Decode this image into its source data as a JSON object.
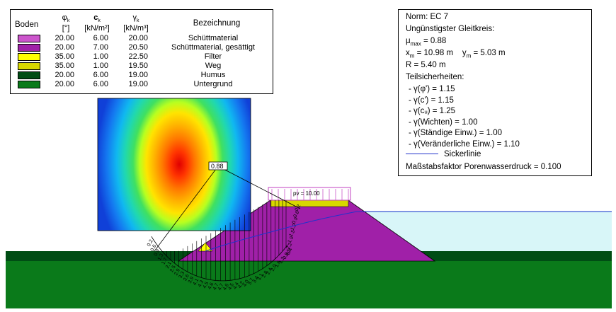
{
  "legend": {
    "headers": {
      "boden": "Boden",
      "phi_sym": "φ",
      "phi_sub": "k",
      "phi_unit": "[°]",
      "c_sym": "c",
      "c_sub": "k",
      "c_unit": "[kN/m²]",
      "gamma_sym": "γ",
      "gamma_sub": "k",
      "gamma_unit": "[kN/m³]",
      "bezeichnung": "Bezeichnung"
    },
    "rows": [
      {
        "color": "#cc55cc",
        "phi": "20.00",
        "c": "6.00",
        "gamma": "20.00",
        "name": "Schüttmaterial"
      },
      {
        "color": "#a020a8",
        "phi": "20.00",
        "c": "7.00",
        "gamma": "20.50",
        "name": "Schüttmaterial, gesättigt"
      },
      {
        "color": "#ffff00",
        "phi": "35.00",
        "c": "1.00",
        "gamma": "22.50",
        "name": "Filter"
      },
      {
        "color": "#d8d800",
        "phi": "35.00",
        "c": "1.00",
        "gamma": "19.50",
        "name": "Weg"
      },
      {
        "color": "#004d14",
        "phi": "20.00",
        "c": "6.00",
        "gamma": "19.00",
        "name": "Humus"
      },
      {
        "color": "#0a7a1a",
        "phi": "20.00",
        "c": "6.00",
        "gamma": "19.00",
        "name": "Untergrund"
      }
    ]
  },
  "info": {
    "norm": "Norm:  EC 7",
    "title": "Ungünstigster Gleitkreis:",
    "mu_sym": "μ",
    "mu_sub": "max",
    "mu_val": " = 0.88",
    "xm_sym": "x",
    "xm_sub": "m",
    "xm_val": " = 10.98 m",
    "ym_sym": "y",
    "ym_sub": "m",
    "ym_val": " = 5.03 m",
    "radius": "R = 5.40 m",
    "teil": "Teilsicherheiten:",
    "factors": [
      "- γ(φ') = 1.15",
      "- γ(c') = 1.15",
      "- γ(cᵤ) = 1.25",
      "- γ(Wichten) = 1.00",
      "- γ(Ständige Einw.) = 1.00",
      "- γ(Veränderliche Einw.) = 1.10"
    ],
    "sickerlinie": "Sickerlinie",
    "sickerlinie_color": "#2233cc",
    "massstab": "Maßstabsfaktor Porenwasserdruck = 0.100"
  },
  "contour": {
    "min_label": "0.88"
  },
  "load": {
    "label": "pv = 10.00"
  },
  "colors": {
    "water": "#d8f6f8",
    "humus": "#004d14",
    "untergrund": "#0a7a1a",
    "dam": "#a020a8",
    "filter": "#ffff00",
    "weg": "#d8d800",
    "load_box": "#c040c0"
  },
  "slice_values": [
    "0.2",
    "0.6",
    "0.9",
    "1.3",
    "1.7",
    "2.1",
    "2.5",
    "2.9",
    "3.3",
    "3.6",
    "3.9",
    "4.1",
    "4.3",
    "4.5",
    "4.6",
    "4.7",
    "4.7",
    "4.6",
    "4.5",
    "4.4",
    "4.2",
    "4.0",
    "3.7",
    "3.4",
    "3.1",
    "2.8",
    "2.4",
    "2.0",
    "1.6",
    "1.2",
    "0.8",
    "0.4"
  ],
  "upper_values": [
    "0.2",
    "0.6",
    "0.9",
    "1.2",
    "1.5",
    "1.9",
    "2.2",
    "2.5"
  ]
}
